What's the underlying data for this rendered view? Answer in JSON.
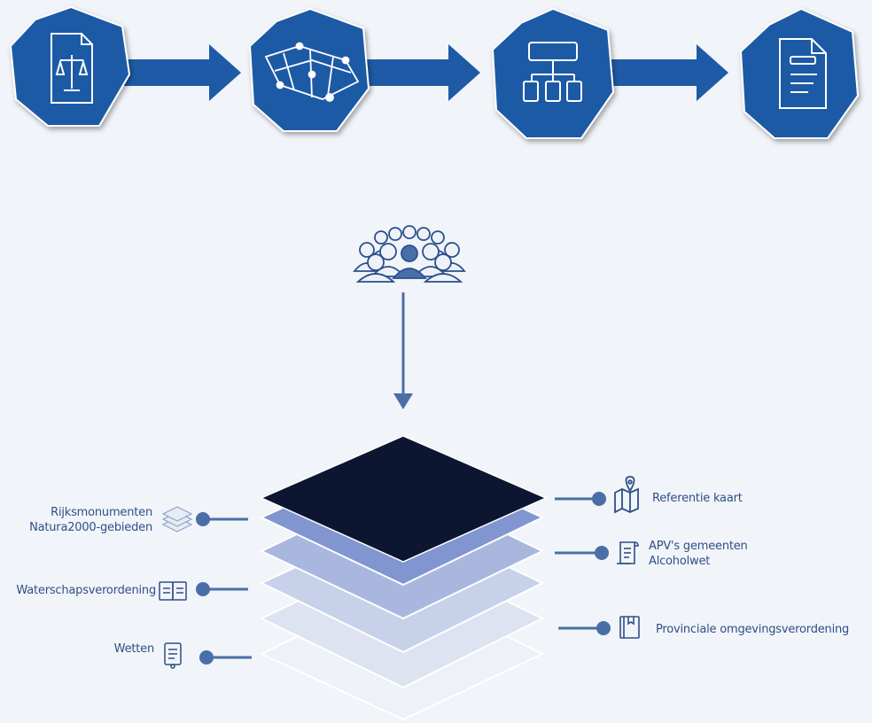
{
  "colors": {
    "primary": "#1f5aa6",
    "dark_layer": "#0c1630",
    "connector": "#4a6fa8",
    "label_text": "#2f4f86"
  },
  "process_steps": [
    {
      "icon": "legal-document-icon"
    },
    {
      "icon": "map-network-icon"
    },
    {
      "icon": "hierarchy-chart-icon"
    },
    {
      "icon": "document-icon"
    }
  ],
  "stakeholders_icon": "people-group-icon",
  "layers": {
    "left": [
      {
        "lines": [
          "Rijksmonumenten",
          "Natura2000-gebieden"
        ],
        "icon": "stacked-layers-icon"
      },
      {
        "lines": [
          "Waterschapsverordening"
        ],
        "icon": "open-book-icon"
      },
      {
        "lines": [
          "Wetten"
        ],
        "icon": "law-document-icon"
      }
    ],
    "right": [
      {
        "lines": [
          "Referentie kaart"
        ],
        "icon": "map-pin-icon"
      },
      {
        "lines": [
          "APV's gemeenten",
          "Alcoholwet"
        ],
        "icon": "scroll-icon"
      },
      {
        "lines": [
          "Provinciale omgevingsverordening"
        ],
        "icon": "book-icon"
      }
    ]
  }
}
